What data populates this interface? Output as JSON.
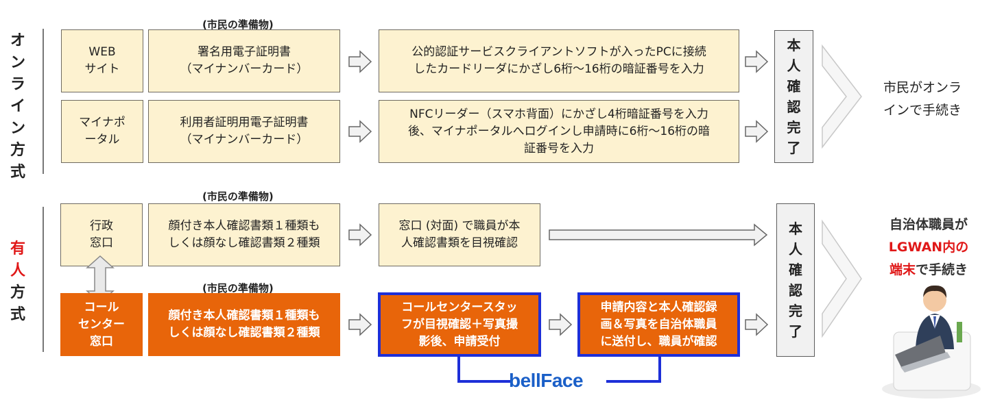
{
  "colors": {
    "cream": "#fdf2d0",
    "orange": "#e8650a",
    "blue_border": "#1d2fd8",
    "grey_box": "#f1f1f1",
    "red_text": "#e01818"
  },
  "online": {
    "section_label": [
      "オ",
      "ン",
      "ラ",
      "イ",
      "ン",
      "方",
      "式"
    ],
    "caption": "(市民の準備物)",
    "row1": {
      "channel": "WEB\nサイト",
      "item": "署名用電子証明書\n（マイナンバーカード）",
      "step": "公的認証サービスクライアントソフトが入ったPCに接続\nしたカードリーダにかざし6桁～16桁の暗証番号を入力"
    },
    "row2": {
      "channel": "マイナポ\nータル",
      "item": "利用者証明用電子証明書\n（マイナンバーカード）",
      "step": "NFCリーダー（スマホ背面）にかざし4桁暗証番号を入力\n後、マイナポータルへログインし申請時に6桁～16桁の暗\n証番号を入力"
    },
    "confirm_box": [
      "本",
      "人",
      "確",
      "認",
      "完",
      "了"
    ],
    "result": "市民がオンラ\nインで手続き"
  },
  "inperson": {
    "section_label_first": "有",
    "section_label_second": "人",
    "section_label_rest": [
      "方",
      "式"
    ],
    "caption_top": "(市民の準備物)",
    "caption_bottom": "(市民の準備物)",
    "row1": {
      "channel": "行政\n窓口",
      "item": "顔付き本人確認書類１種類も\nしくは顔なし確認書類２種類",
      "step": "窓口 (対面) で職員が本\n人確認書類を目視確認"
    },
    "row2": {
      "channel": "コール\nセンター\n窓口",
      "item": "顔付き本人確認書類１種類も\nしくは顔なし確認書類２種類",
      "step1": "コールセンタースタッ\nフが目視確認＋写真撮\n影後、申請受付",
      "step2": "申請内容と本人確認録\n画＆写真を自治体職員\nに送付し、職員が確認"
    },
    "confirm_box": [
      "本",
      "人",
      "確",
      "認",
      "完",
      "了"
    ],
    "result_line1": "自治体職員が",
    "result_line2_red": "LGWAN内の",
    "result_line3_red": "端末",
    "result_line3_rest": "で手続き",
    "logo_text": "bellFace"
  }
}
